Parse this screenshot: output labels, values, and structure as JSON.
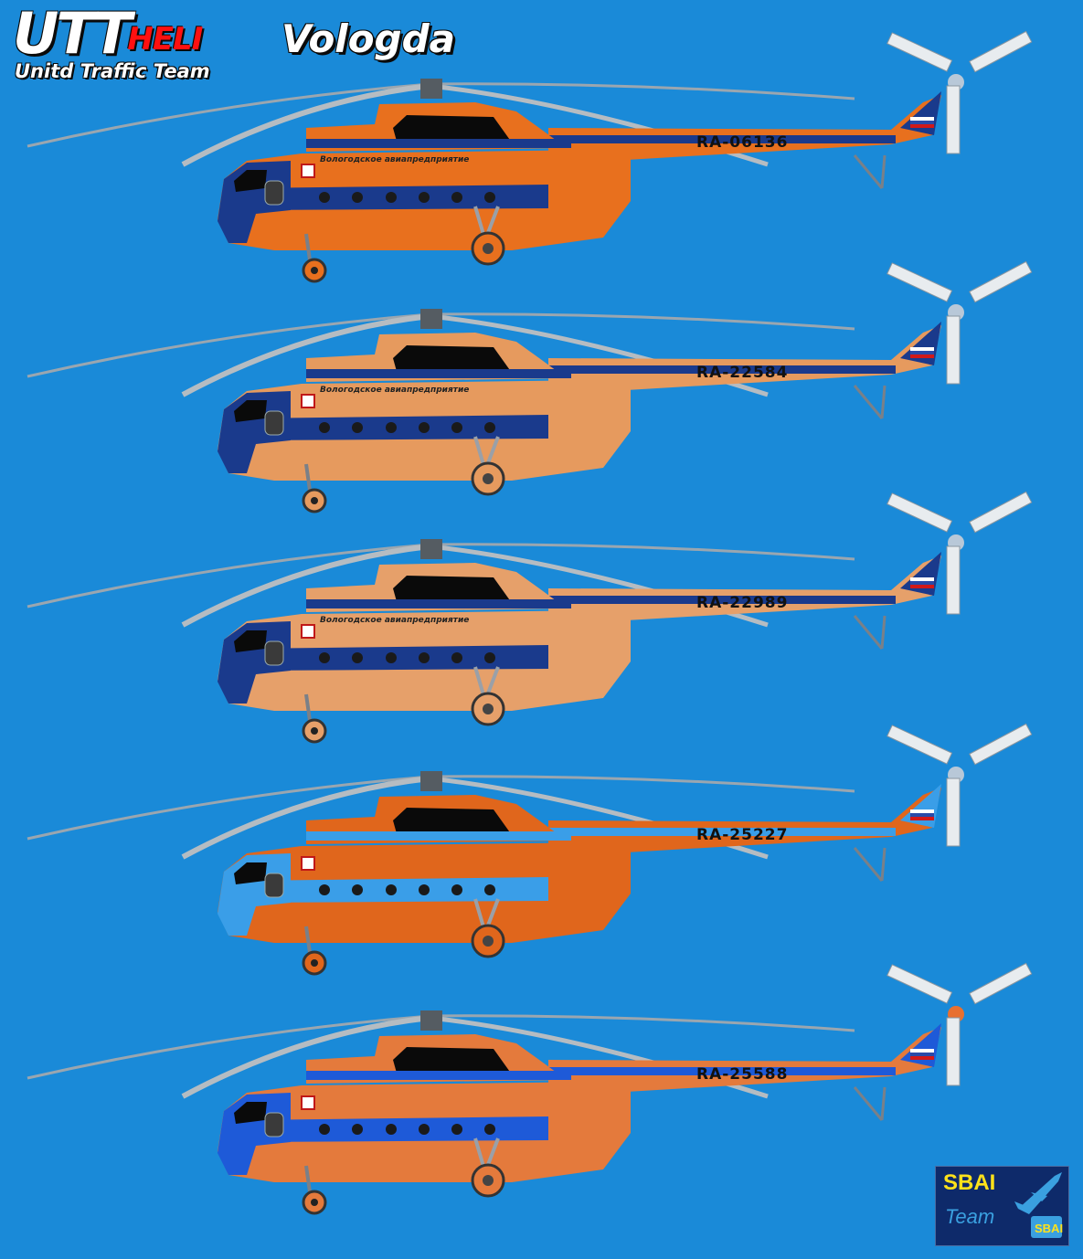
{
  "brand": {
    "utt": "UTT",
    "heli": "HELI",
    "subtitle": "Unitd Traffic Team"
  },
  "title": "Vologda",
  "helicopters": [
    {
      "registration": "RA-06136",
      "cabin_text": "Вологодское авиапредприятие",
      "body_color": "#e8701e",
      "stripe_color": "#1a3a8c",
      "nose_color": "#1a3a8c",
      "hub_color": "#b8c8d8"
    },
    {
      "registration": "RA-22584",
      "cabin_text": "Вологодское авиапредприятие",
      "body_color": "#e69a5e",
      "stripe_color": "#1a3a8c",
      "nose_color": "#1a3a8c",
      "hub_color": "#b8c8d8"
    },
    {
      "registration": "RA-22989",
      "cabin_text": "Вологодское авиапредприятие",
      "body_color": "#e6a06a",
      "stripe_color": "#1a3a8c",
      "nose_color": "#1a3a8c",
      "hub_color": "#b8c8d8"
    },
    {
      "registration": "RA-25227",
      "cabin_text": "",
      "body_color": "#e0661c",
      "stripe_color": "#3a9ee8",
      "nose_color": "#3a9ee8",
      "hub_color": "#b8c8d8"
    },
    {
      "registration": "RA-25588",
      "cabin_text": "",
      "body_color": "#e47a3c",
      "stripe_color": "#1e5ad8",
      "nose_color": "#1e5ad8",
      "hub_color": "#e87030"
    }
  ],
  "sbai": {
    "name": "SBAI",
    "team": "Team"
  }
}
